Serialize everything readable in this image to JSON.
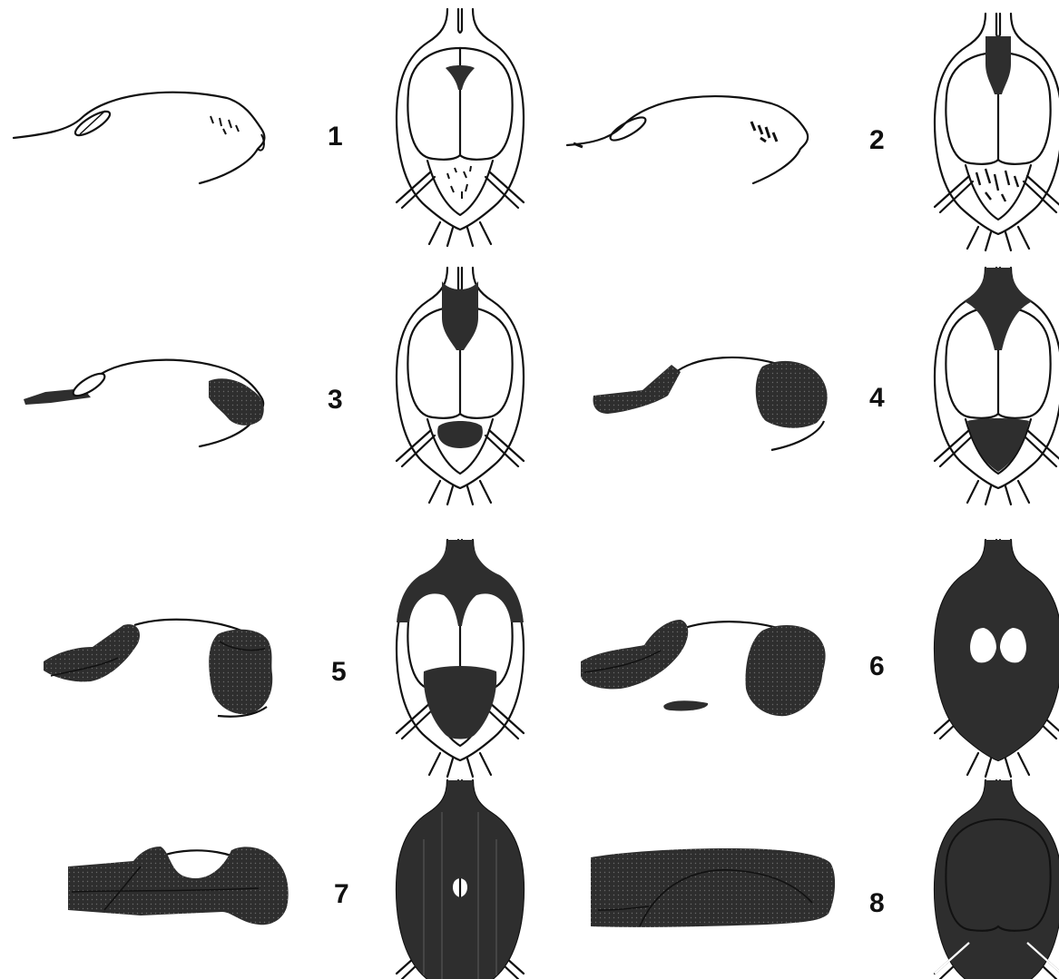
{
  "stages": [
    {
      "label": "1"
    },
    {
      "label": "2"
    },
    {
      "label": "3"
    },
    {
      "label": "4"
    },
    {
      "label": "5"
    },
    {
      "label": "6"
    },
    {
      "label": "7"
    },
    {
      "label": "8"
    }
  ],
  "colors": {
    "ink": "#111111",
    "stain": "#2e2e2e",
    "background": "#ffffff"
  }
}
